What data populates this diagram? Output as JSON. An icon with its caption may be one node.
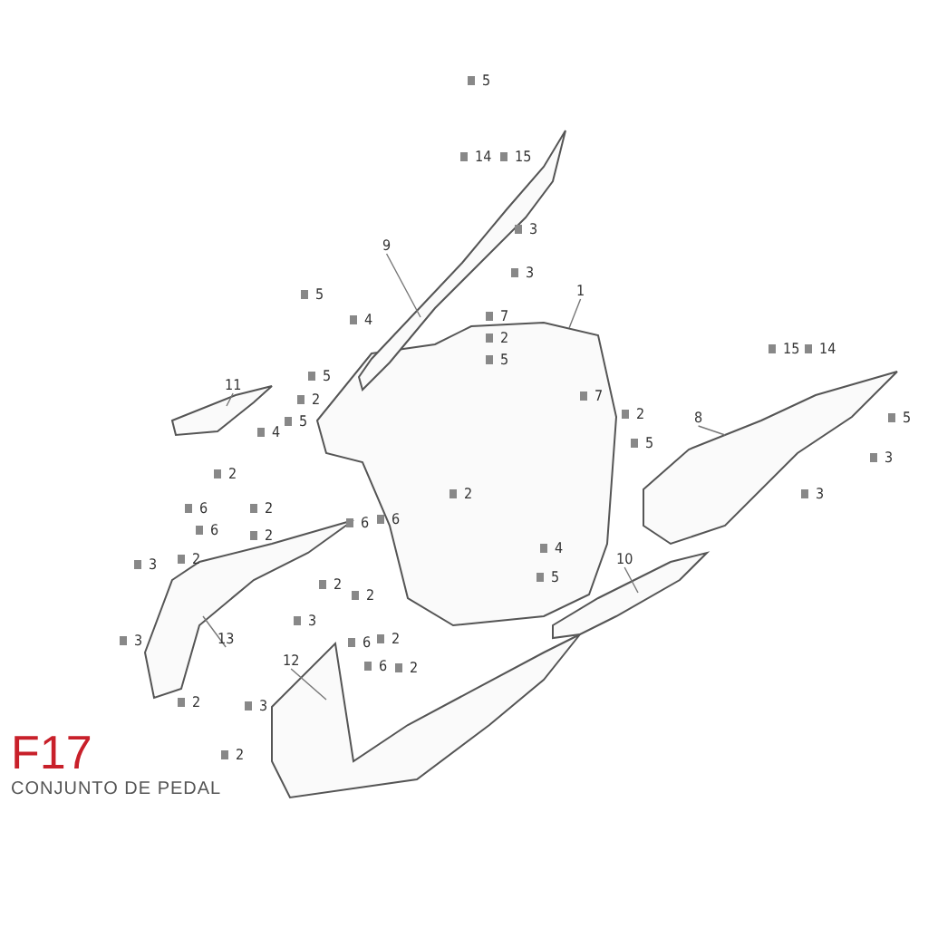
{
  "diagram": {
    "title": "F17",
    "caption": "CONJUNTO DE PEDAL",
    "nodes": [
      {
        "text": [],
        "shape": "picture"
      },
      {
        "text": [],
        "shape": "picture"
      },
      {
        "text": [],
        "shape": "picture"
      },
      {
        "text": [],
        "shape": "picture"
      },
      {
        "text": [],
        "shape": "picture"
      },
      {
        "text": [],
        "shape": "picture"
      },
      {
        "text": [],
        "shape": "picture"
      },
      {
        "text": [
          "1"
        ]
      },
      {
        "text": [
          "9"
        ]
      },
      {
        "text": [
          "11"
        ]
      },
      {
        "text": [
          "8"
        ]
      },
      {
        "text": [
          "13"
        ]
      },
      {
        "text": [
          "10"
        ]
      },
      {
        "text": [
          "12"
        ]
      }
    ],
    "edges": [
      {
        "from": 7,
        "to": 0,
        "arrow": "none"
      },
      {
        "from": 8,
        "to": 1,
        "arrow": "none"
      },
      {
        "from": 9,
        "to": 2,
        "arrow": "none"
      },
      {
        "from": 10,
        "to": 3,
        "arrow": "none"
      },
      {
        "from": 11,
        "to": 4,
        "arrow": "none"
      },
      {
        "from": 12,
        "to": 5,
        "arrow": "none"
      },
      {
        "from": 13,
        "to": 6,
        "arrow": "none"
      }
    ],
    "labels": [
      "5",
      "14",
      "15",
      "3",
      "3",
      "5",
      "4",
      "7",
      "2",
      "5",
      "15",
      "14",
      "7",
      "2",
      "5",
      "5",
      "4",
      "2",
      "5",
      "3",
      "3",
      "2",
      "6",
      "2",
      "6",
      "2",
      "6",
      "6",
      "2",
      "5",
      "4",
      "3",
      "2",
      "2",
      "5",
      "2",
      "3",
      "6",
      "2",
      "6",
      "3",
      "2",
      "2",
      "3",
      "2"
    ]
  }
}
